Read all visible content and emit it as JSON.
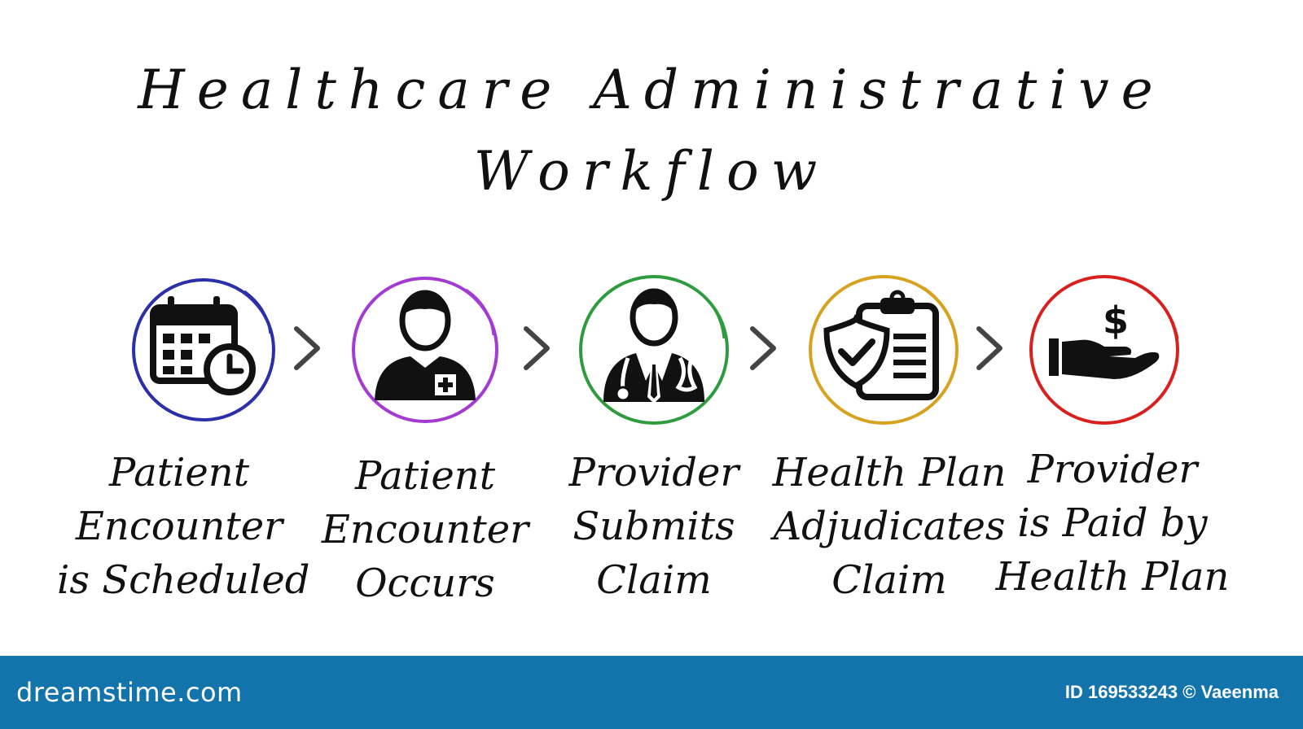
{
  "title": {
    "line1": "Healthcare Administrative",
    "line2": "Workflow"
  },
  "steps": [
    {
      "label_lines": [
        "Patient",
        "Encounter",
        "is Scheduled"
      ],
      "icon": "calendar-clock-icon",
      "ring_color": "#2b2fa8"
    },
    {
      "label_lines": [
        "Patient",
        "Encounter",
        "Occurs"
      ],
      "icon": "patient-plus-icon",
      "ring_color": "#a33ad1"
    },
    {
      "label_lines": [
        "Provider",
        "Submits",
        "Claim"
      ],
      "icon": "doctor-stethoscope-icon",
      "ring_color": "#2e9c3e"
    },
    {
      "label_lines": [
        "Health Plan",
        "Adjudicates",
        "Claim"
      ],
      "icon": "clipboard-shield-icon",
      "ring_color": "#d6a21f"
    },
    {
      "label_lines": [
        "Provider",
        "is Paid by",
        "Health Plan"
      ],
      "icon": "hand-dollar-icon",
      "ring_color": "#d8201f"
    }
  ],
  "footer": {
    "brand": "dreamstime.com",
    "credit": "ID 169533243 © Vaeenma",
    "background": "#1374ab"
  }
}
